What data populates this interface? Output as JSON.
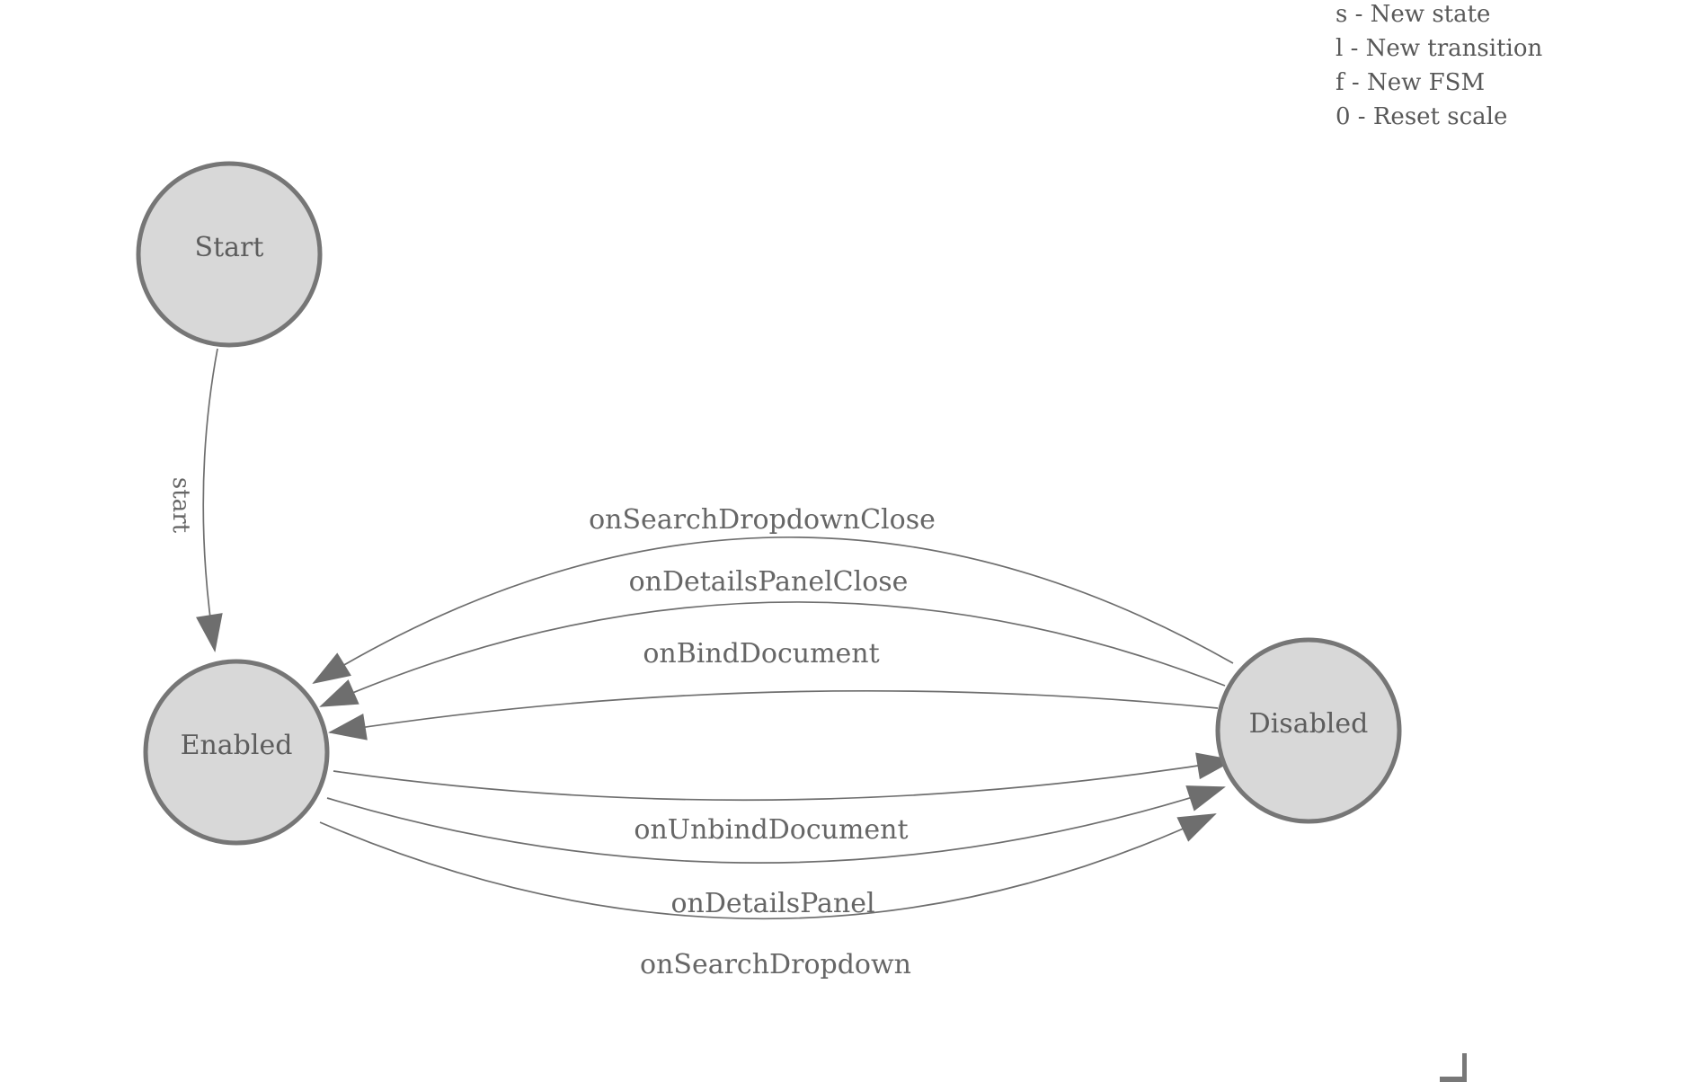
{
  "legend": {
    "lines": [
      "s - New state",
      "l - New transition",
      "f - New FSM",
      "0 - Reset scale"
    ]
  },
  "diagram": {
    "states": [
      {
        "id": "start-node",
        "label": "Start"
      },
      {
        "id": "enabled",
        "label": "Enabled"
      },
      {
        "id": "disabled",
        "label": "Disabled"
      }
    ],
    "transitions": [
      {
        "label": "start",
        "from": "Start",
        "to": "Enabled"
      },
      {
        "label": "onSearchDropdownClose",
        "from": "Disabled",
        "to": "Enabled"
      },
      {
        "label": "onDetailsPanelClose",
        "from": "Disabled",
        "to": "Enabled"
      },
      {
        "label": "onBindDocument",
        "from": "Disabled",
        "to": "Enabled"
      },
      {
        "label": "onUnbindDocument",
        "from": "Enabled",
        "to": "Disabled"
      },
      {
        "label": "onDetailsPanel",
        "from": "Enabled",
        "to": "Disabled"
      },
      {
        "label": "onSearchDropdown",
        "from": "Enabled",
        "to": "Disabled"
      }
    ],
    "colors": {
      "node_fill": "#d8d8d8",
      "node_stroke": "#767676",
      "edge_stroke": "#6e6e6e",
      "arrowhead": "#6e6e6e",
      "label_text": "#666666",
      "legend_text": "#585858"
    }
  }
}
